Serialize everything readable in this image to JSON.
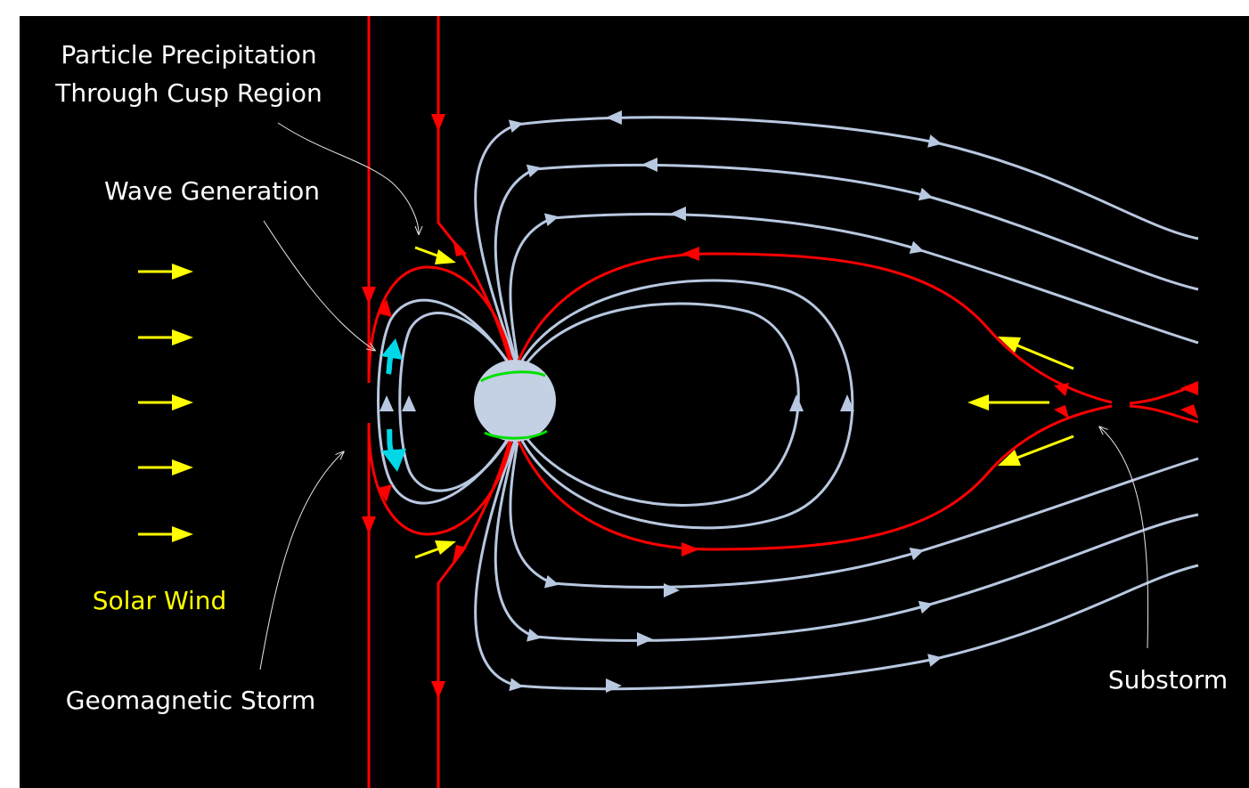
{
  "labels": {
    "cusp_line1": "Particle Precipitation",
    "cusp_line2": "Through Cusp Region",
    "wave": "Wave Generation",
    "solar_wind": "Solar Wind",
    "storm": "Geomagnetic Storm",
    "substorm": "Substorm"
  },
  "colors": {
    "background": "#000000",
    "outer_border": "#ffffff",
    "field_line": "#b8c8e0",
    "reconnection_line": "#ff0000",
    "solar_wind": "#ffff00",
    "wave": "#00d8e8",
    "auroral_oval": "#00e000",
    "earth": "#c4d0e4",
    "label_text": "#ffffff",
    "pointer": "#e8e8e8"
  },
  "icons": {
    "earth": "earth-globe-icon",
    "solar_wind_arrow": "arrow-right-icon",
    "flow_arrow": "arrow-icon"
  }
}
